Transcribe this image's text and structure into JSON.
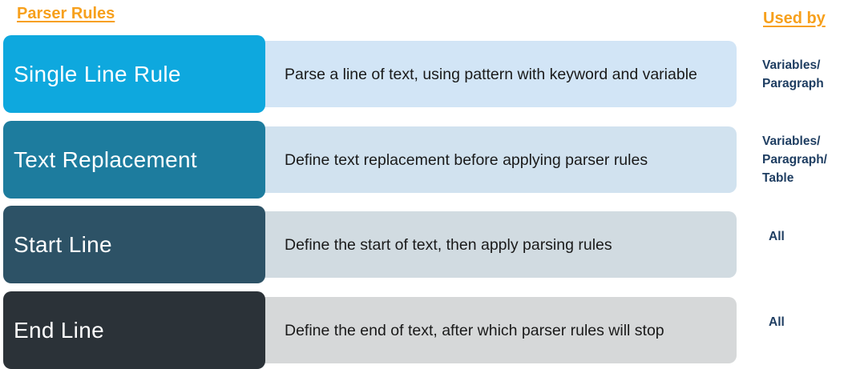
{
  "header": {
    "title": "Parser Rules",
    "used_by_label": "Used by",
    "title_color": "#f7a01c"
  },
  "rules": [
    {
      "name": "Single Line Rule",
      "description": "Parse a line of text, using pattern with keyword and variable",
      "used_by": "Variables/\nParagraph",
      "box_color": "#0ea8de",
      "desc_color": "#d2e5f6"
    },
    {
      "name": "Text Replacement",
      "description": "Define text replacement before applying parser rules",
      "used_by": "Variables/\nParagraph/\nTable",
      "box_color": "#1d7c9e",
      "desc_color": "#d1e2ef"
    },
    {
      "name": "Start Line",
      "description": "Define the start of text, then apply parsing rules",
      "used_by": "All",
      "box_color": "#2d5266",
      "desc_color": "#d1dbe1"
    },
    {
      "name": "End Line",
      "description": "Define the end of text, after which parser rules will stop",
      "used_by": "All",
      "box_color": "#2b3238",
      "desc_color": "#d6d8d9"
    }
  ]
}
